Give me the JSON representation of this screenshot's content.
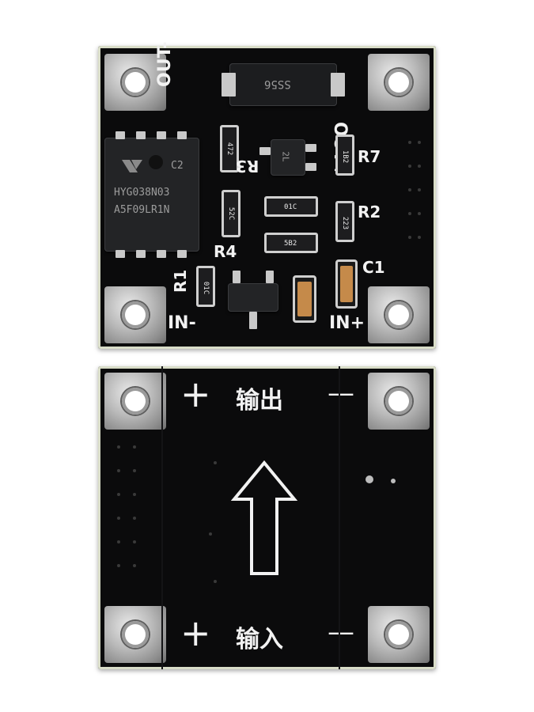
{
  "top_board": {
    "out_minus": "OUT-",
    "out_plus": "OUT+",
    "in_minus": "IN-",
    "in_plus": "IN+",
    "diode_marking": "SS56",
    "mosfet_line1": "C2",
    "mosfet_line2": "HYG038N03",
    "mosfet_line3": "A5F09LR1N",
    "refs": {
      "r1": "R1",
      "r2": "R2",
      "r3": "R3",
      "r4": "R4",
      "r7": "R7",
      "c1": "C1"
    },
    "resistor_codes": {
      "r3": "472",
      "r7": "1B2",
      "r4": "52C",
      "r2": "223",
      "mid_upper": "01C",
      "mid_lower": "5B2",
      "r1": "01C"
    },
    "sot_marking": "2L"
  },
  "bottom_board": {
    "top_left_sign": "+",
    "output_label": "输出",
    "top_right_sign": "—",
    "bottom_left_sign": "+",
    "input_label": "输入",
    "bottom_right_sign": "—",
    "arrow": "up-arrow-icon"
  }
}
